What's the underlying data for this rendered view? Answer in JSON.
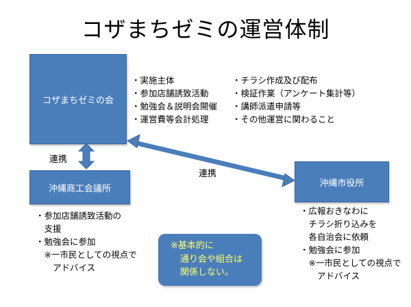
{
  "title": "コザまちゼミの運営体制",
  "boxes": {
    "main": "コザまちゼミの会",
    "chamber": "沖縄商工会議所",
    "city": "沖縄市役所"
  },
  "links": {
    "left": "連携",
    "center": "連携"
  },
  "main_roles_a": [
    "・実施主体",
    "・参加店舗誘致活動",
    "・勉強会＆説明会開催",
    "・運営費等会計処理"
  ],
  "main_roles_b": [
    "・チラシ作成及び配布",
    "・検証作業（アンケート集計等）",
    "・講師派遣申請等",
    "・その他運営に関わること"
  ],
  "chamber_roles": [
    "・参加店舗誘致活動の",
    "　支援",
    "・勉強会に参加",
    "　※一市民としての視点で",
    "　　アドバイス"
  ],
  "city_roles": [
    "・広報おきなわに",
    "　チラシ折り込みを",
    "　各自治会に依頼",
    "・勉強会に参加",
    "　※一市民としての視点で",
    "　　アドバイス"
  ],
  "note": [
    "※基本的に",
    "通り会や組合は",
    "関係しない。"
  ],
  "colors": {
    "box": "#4a7ebb",
    "note_text": "#ffff66"
  }
}
